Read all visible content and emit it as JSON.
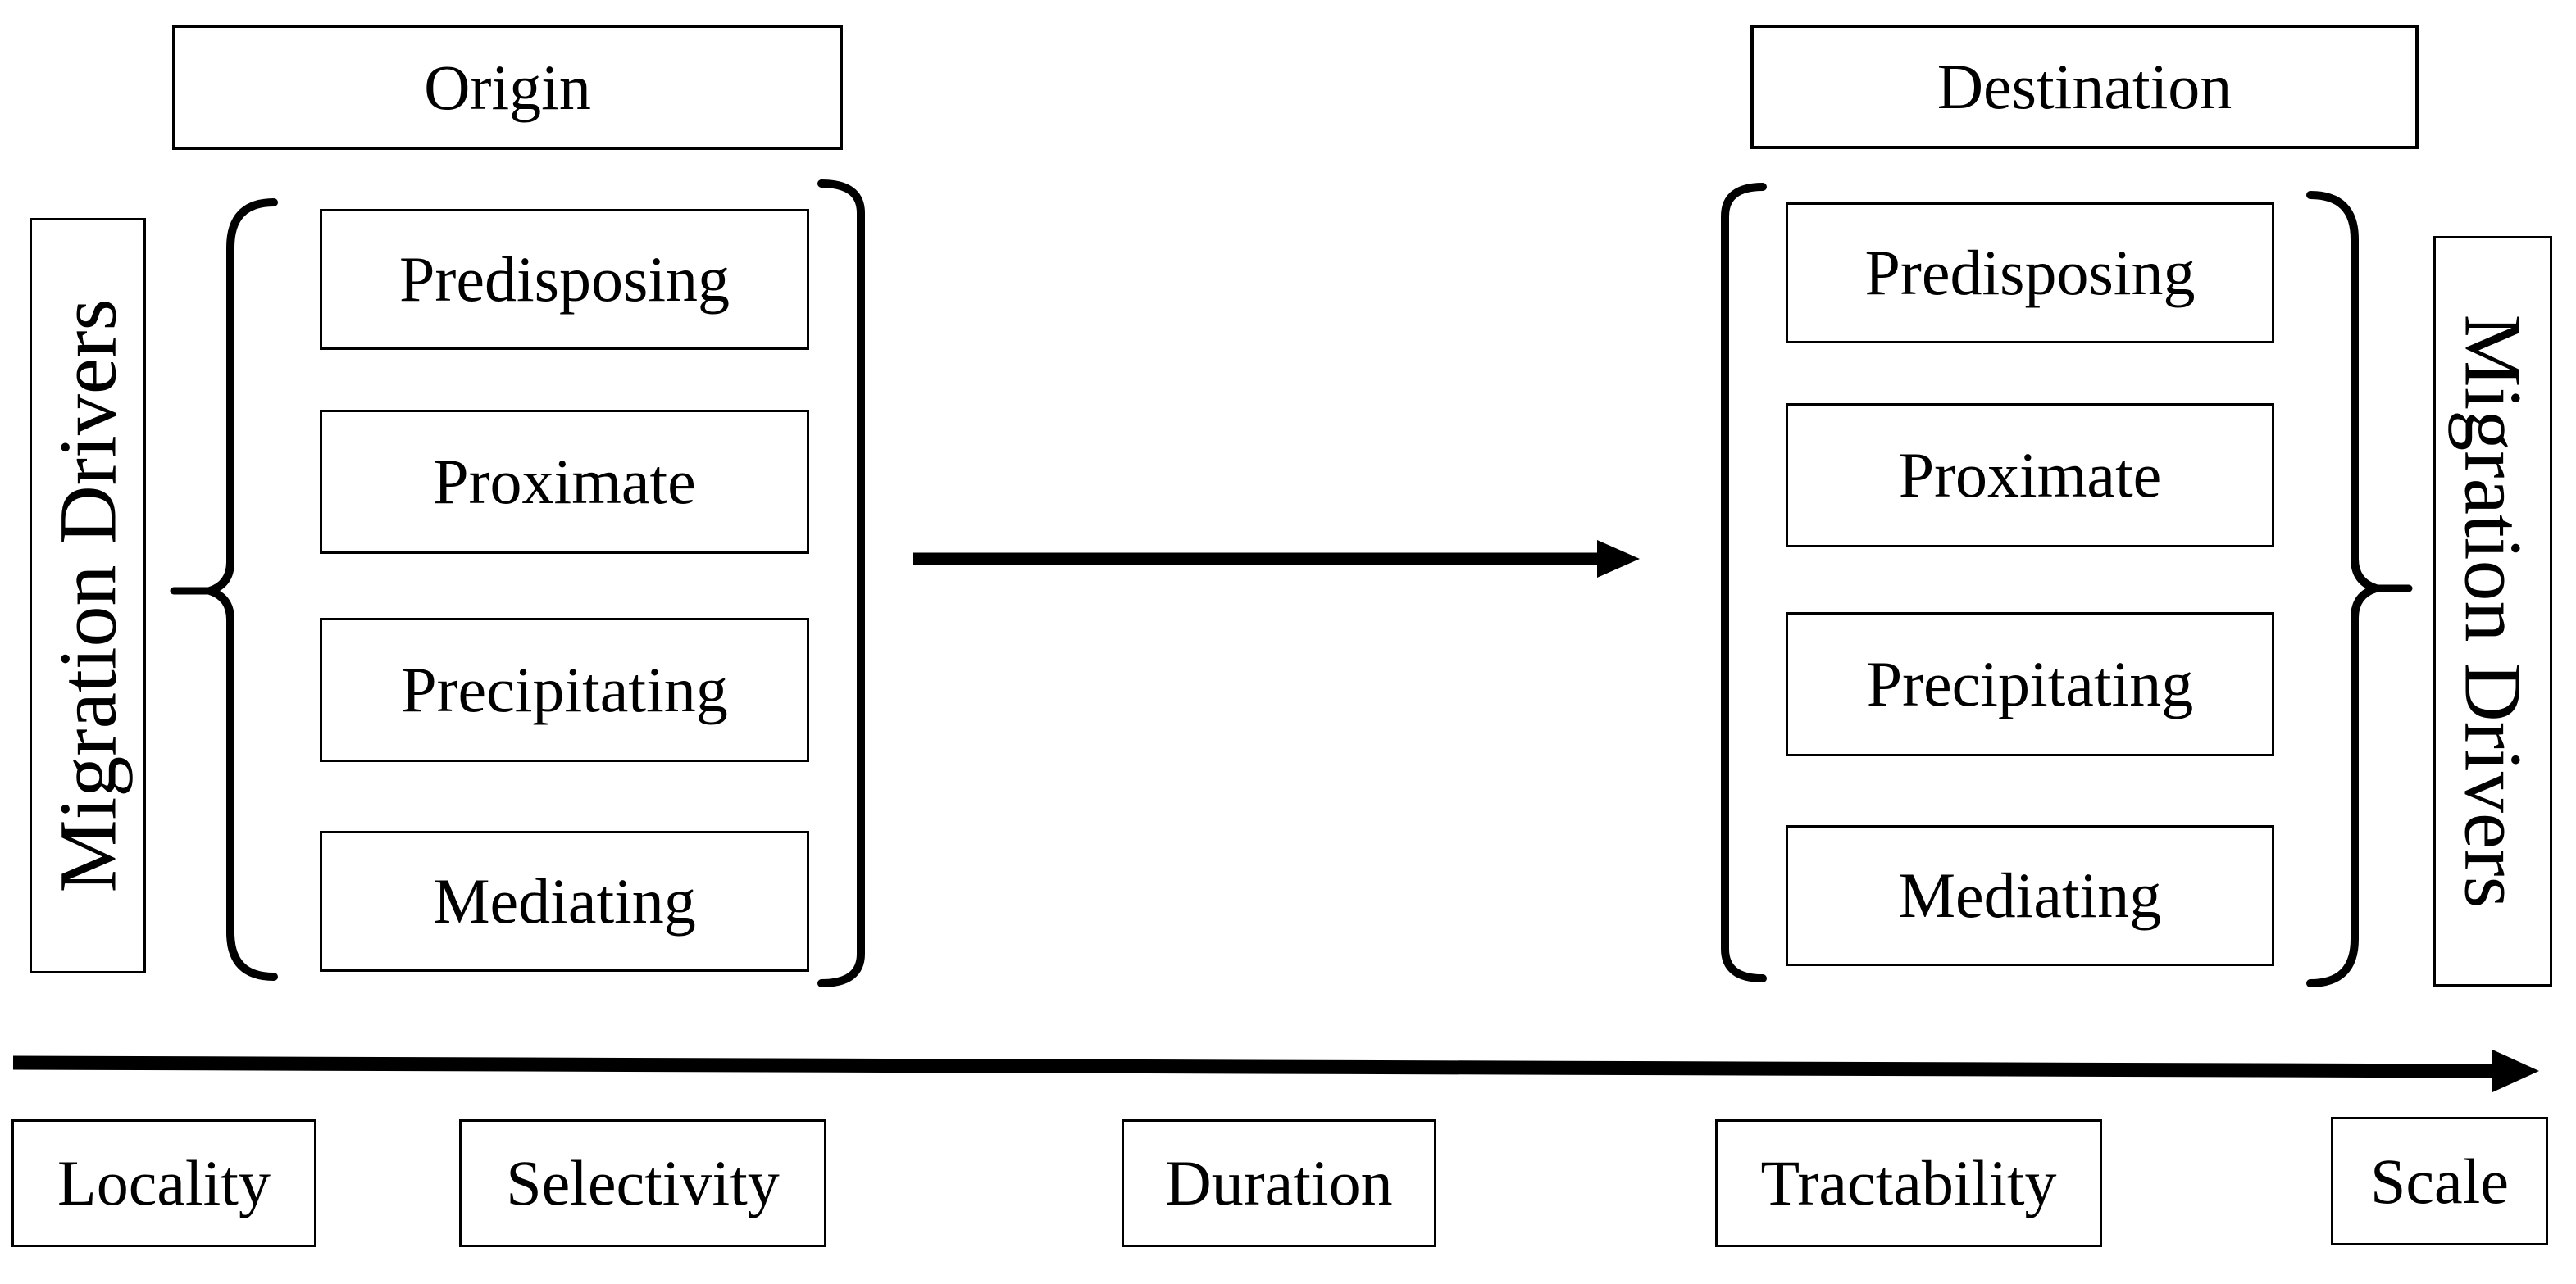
{
  "diagram": {
    "origin": {
      "header": "Origin",
      "drivers_label": "Migration Drivers",
      "items": [
        "Predisposing",
        "Proximate",
        "Precipitating",
        "Mediating"
      ]
    },
    "destination": {
      "header": "Destination",
      "drivers_label": "Migration Drivers",
      "items": [
        "Predisposing",
        "Proximate",
        "Precipitating",
        "Mediating"
      ]
    },
    "axis": {
      "labels": [
        "Locality",
        "Selectivity",
        "Duration",
        "Tractability",
        "Scale"
      ]
    },
    "colors": {
      "ink": "#000000",
      "background": "#ffffff"
    }
  }
}
